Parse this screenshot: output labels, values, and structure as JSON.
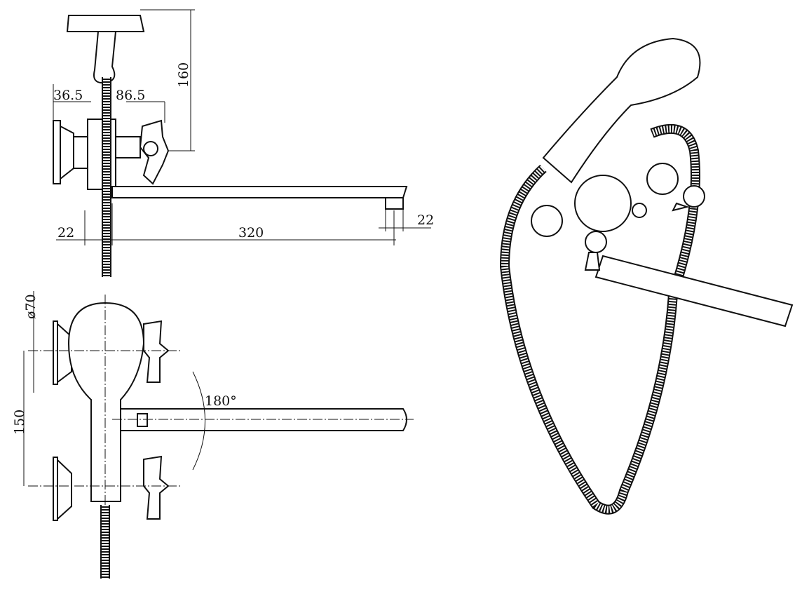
{
  "dimensions": {
    "left_offset": "36.5",
    "right_offset": "86.5",
    "height": "160",
    "wall_gap": "22",
    "spout_length": "320",
    "spout_tip": "22",
    "diameter": "ø70",
    "center_distance": "150",
    "rotation": "180°"
  },
  "colors": {
    "line": "#111111",
    "background": "#ffffff"
  }
}
